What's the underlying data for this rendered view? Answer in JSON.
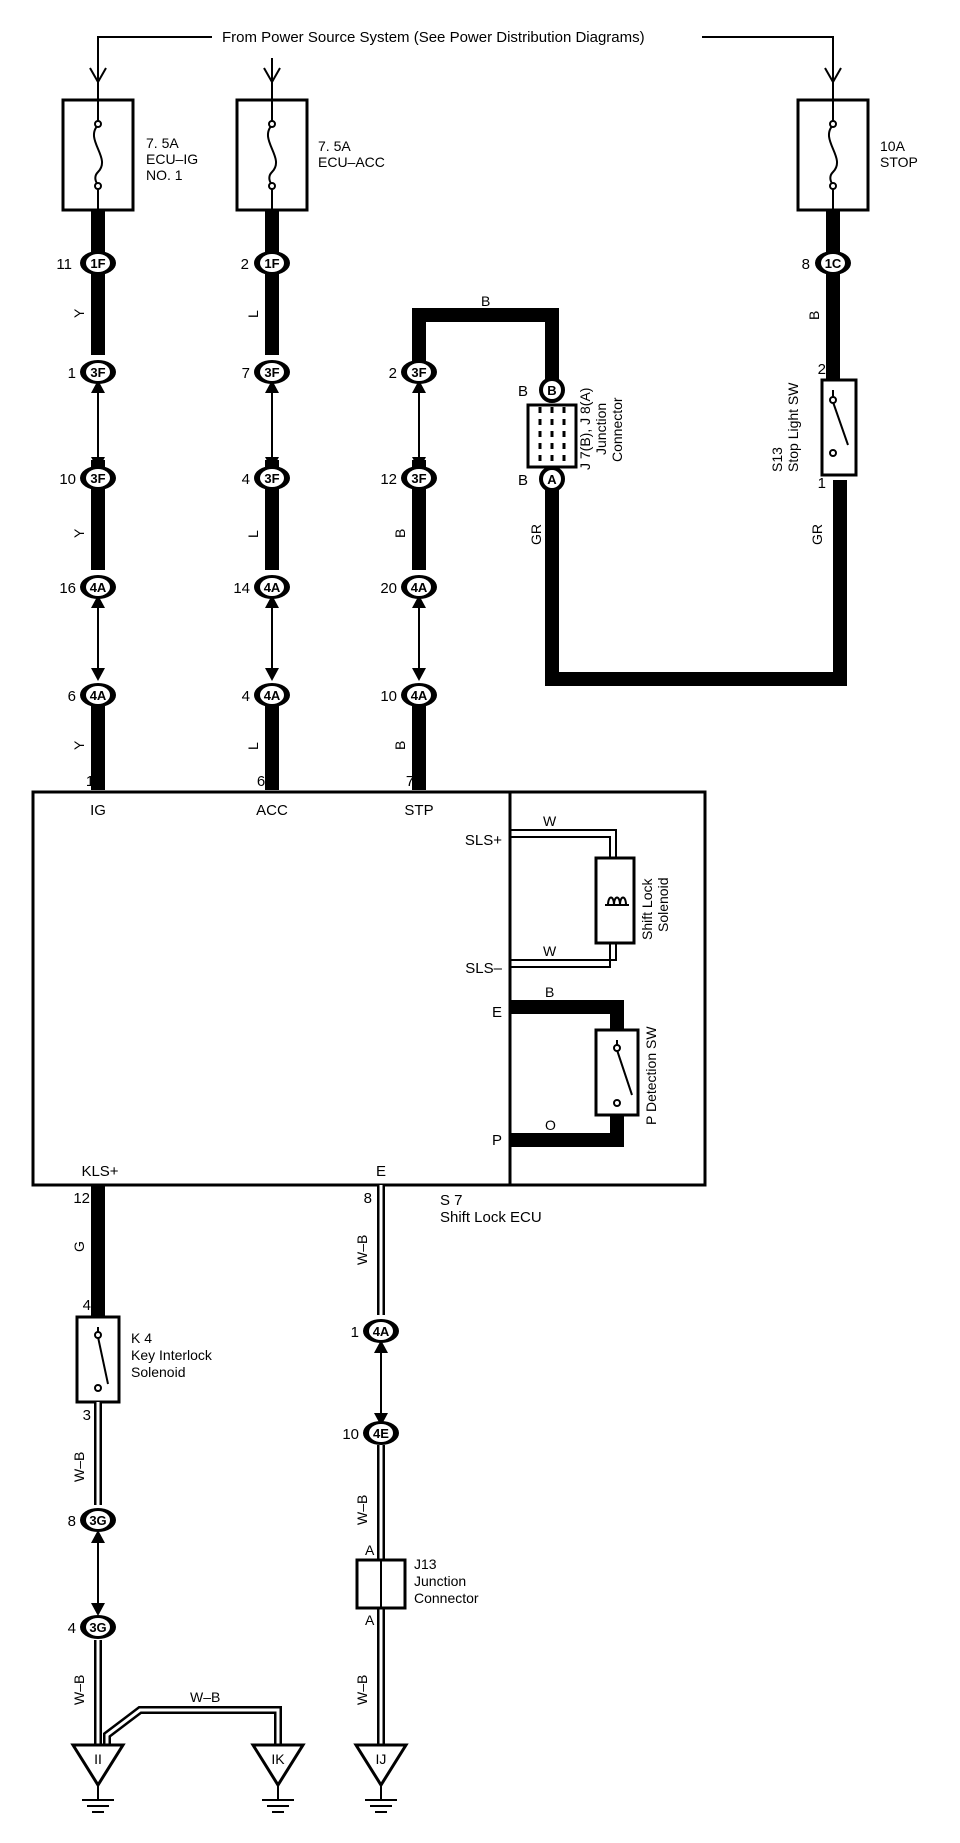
{
  "header": {
    "power_source": "From Power Source System  (See Power Distribution Diagrams)"
  },
  "fuses": [
    {
      "rating": "7. 5A",
      "name": "ECU–IG",
      "name2": "NO. 1"
    },
    {
      "rating": "7. 5A",
      "name": "ECU–ACC"
    },
    {
      "rating": "10A",
      "name": "STOP"
    }
  ],
  "connectors": {
    "c1f_a": {
      "id": "1F",
      "pin": "11"
    },
    "c1f_b": {
      "id": "1F",
      "pin": "2"
    },
    "c1c": {
      "id": "1C",
      "pin": "8"
    },
    "c3f_a": {
      "id": "3F",
      "pin": "1"
    },
    "c3f_b": {
      "id": "3F",
      "pin": "7"
    },
    "c3f_c": {
      "id": "3F",
      "pin": "2"
    },
    "c3f_d": {
      "id": "3F",
      "pin": "10"
    },
    "c3f_e": {
      "id": "3F",
      "pin": "4"
    },
    "c3f_f": {
      "id": "3F",
      "pin": "12"
    },
    "c4a_a": {
      "id": "4A",
      "pin": "16"
    },
    "c4a_b": {
      "id": "4A",
      "pin": "14"
    },
    "c4a_c": {
      "id": "4A",
      "pin": "20"
    },
    "c4a_d": {
      "id": "4A",
      "pin": "6"
    },
    "c4a_e": {
      "id": "4A",
      "pin": "4"
    },
    "c4a_f": {
      "id": "4A",
      "pin": "10"
    },
    "c4a_g": {
      "id": "4A",
      "pin": "1"
    },
    "c4e": {
      "id": "4E",
      "pin": "10"
    },
    "c3g_a": {
      "id": "3G",
      "pin": "8"
    },
    "c3g_b": {
      "id": "3G",
      "pin": "4"
    },
    "jb": {
      "id": "B",
      "pin": "B"
    },
    "ja": {
      "id": "A",
      "pin": "B"
    }
  },
  "wire_colors": {
    "y": "Y",
    "l": "L",
    "b": "B",
    "gr": "GR",
    "w": "W",
    "o": "O",
    "g": "G",
    "wb": "W–B"
  },
  "junction_j7": {
    "line1": "J 7(B), J 8(A)",
    "line2": "Junction",
    "line3": "Connector"
  },
  "stop_light_sw": {
    "id": "S13",
    "name": "Stop Light SW",
    "pin_top": "2",
    "pin_bottom": "1"
  },
  "ecu": {
    "id": "S 7",
    "name": "Shift Lock ECU",
    "pins": {
      "ig": "IG",
      "acc": "ACC",
      "stp": "STP",
      "sls_plus": "SLS+",
      "sls_minus": "SLS–",
      "e_right": "E",
      "p": "P",
      "kls": "KLS+",
      "e_bottom": "E"
    },
    "pin_numbers": {
      "ig": "1",
      "acc": "6",
      "stp": "7",
      "kls": "12",
      "e": "8"
    }
  },
  "shift_lock_solenoid": {
    "line1": "Shift Lock",
    "line2": "Solenoid"
  },
  "p_detection_sw": {
    "name": "P Detection SW"
  },
  "key_interlock": {
    "id": "K 4",
    "line1": "Key Interlock",
    "line2": "Solenoid",
    "pin_top": "4",
    "pin_bottom": "3"
  },
  "junction_j13": {
    "id": "J13",
    "line1": "Junction",
    "line2": "Connector",
    "pin": "A"
  },
  "grounds": [
    "II",
    "IK",
    "IJ"
  ]
}
